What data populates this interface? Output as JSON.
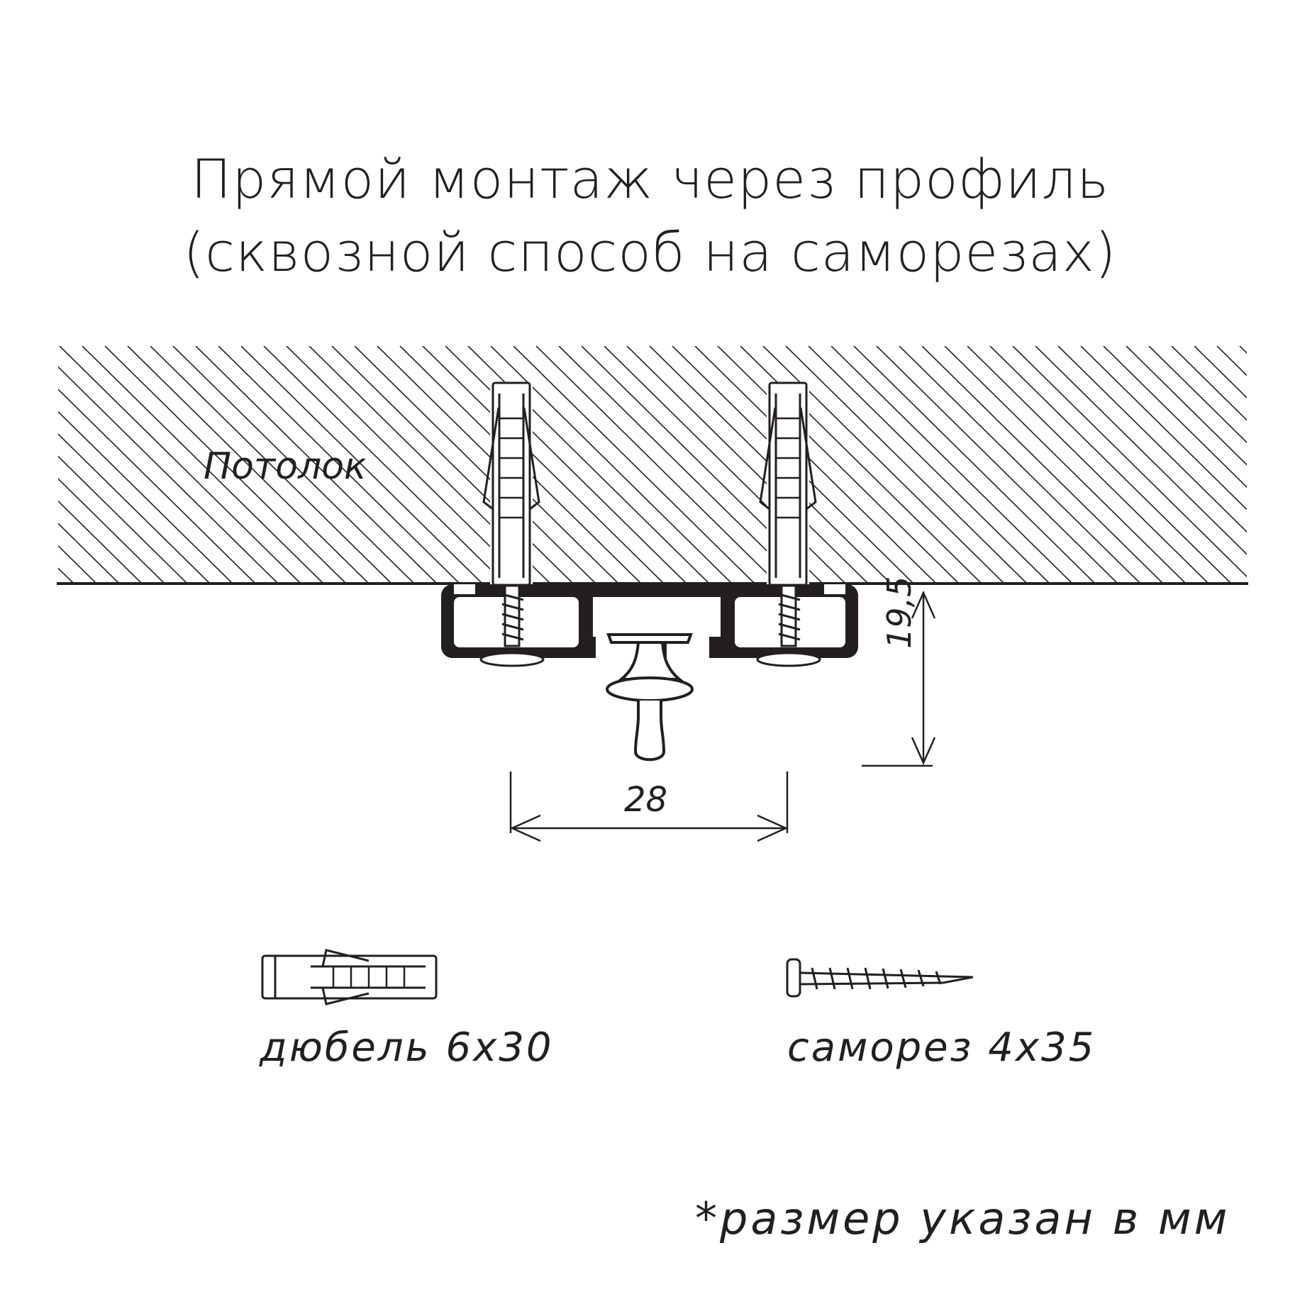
{
  "title": {
    "line1": "Прямой монтаж через профиль",
    "line2": "(сквозной способ на саморезах)"
  },
  "diagram": {
    "ceiling_label": "Потолок",
    "dimension_width": "28",
    "dimension_height": "19,5",
    "dowel_caption": "дюбель 6х30",
    "screw_caption": "саморез 4х35",
    "footnote": "*размер указан в мм"
  },
  "colors": {
    "line": "#231f20",
    "background": "#ffffff"
  }
}
